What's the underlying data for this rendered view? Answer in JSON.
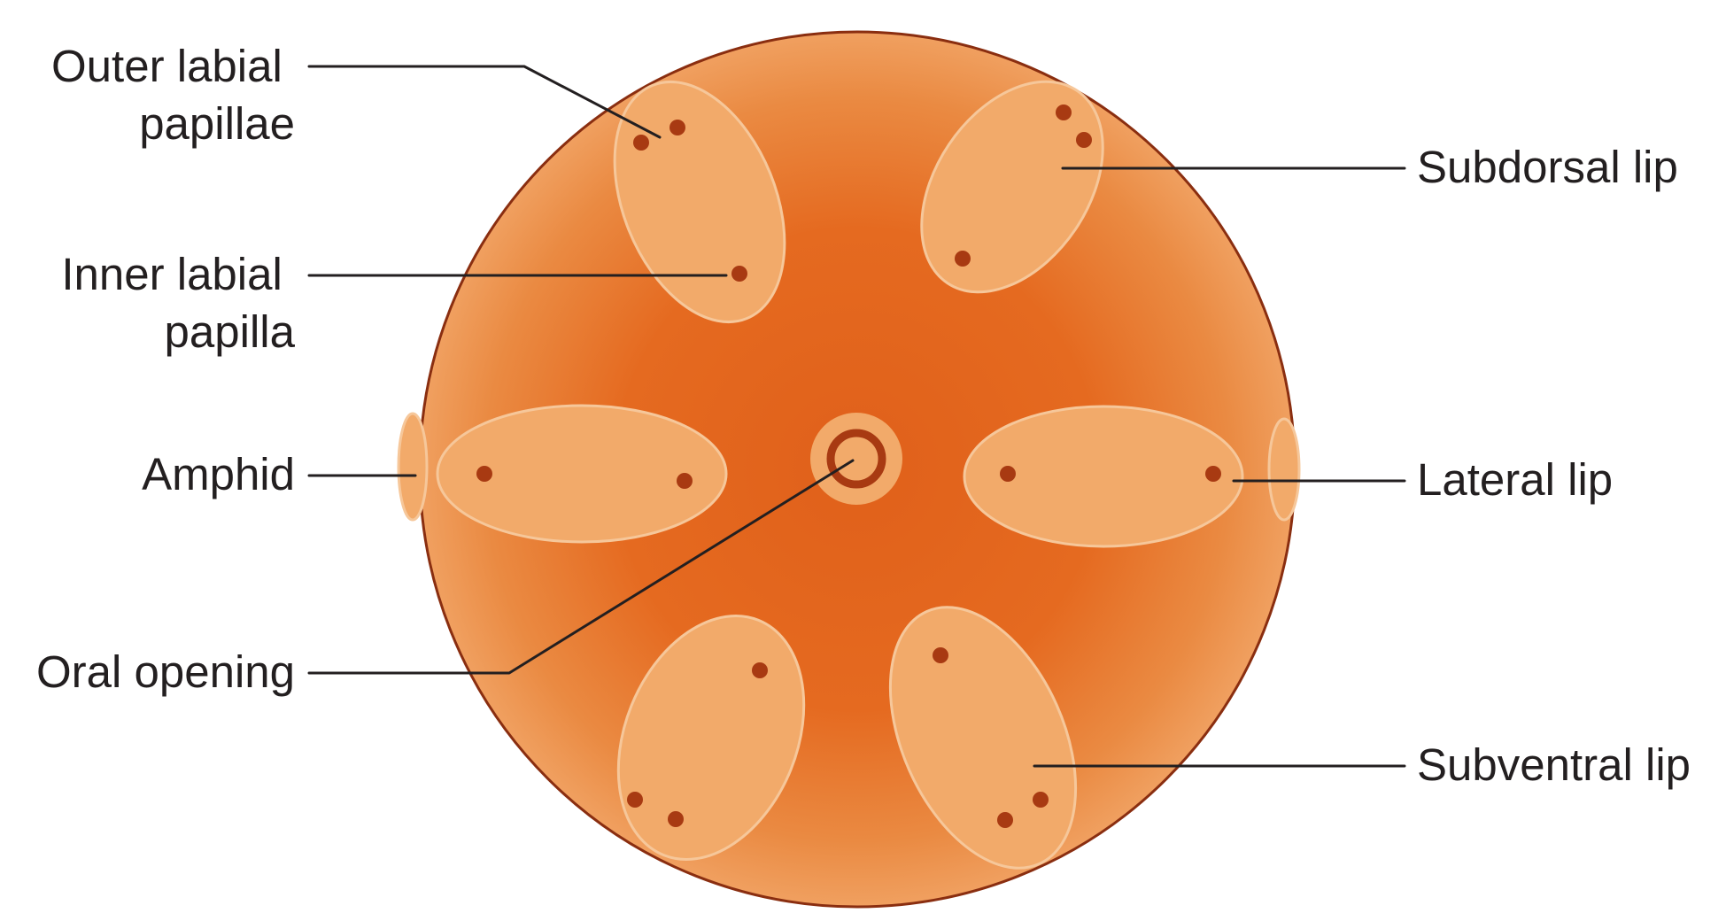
{
  "figure": {
    "labels": {
      "outer_labial_papillae": [
        "Outer labial",
        "papillae"
      ],
      "inner_labial_papilla": [
        "Inner labial",
        "papilla"
      ],
      "amphid": "Amphid",
      "oral_opening": "Oral opening",
      "subdorsal_lip": "Subdorsal lip",
      "lateral_lip": "Lateral lip",
      "subventral_lip": "Subventral lip"
    },
    "colors": {
      "head_center": "#e0601a",
      "head_edge": "#f0a060",
      "head_outline": "#8a2e10",
      "lip_fill": "#f2aa6a",
      "lip_outline": "#f6c79a",
      "papilla": "#a83a12",
      "leader_line": "#231f20",
      "oral_ring": "#a83a12"
    }
  }
}
